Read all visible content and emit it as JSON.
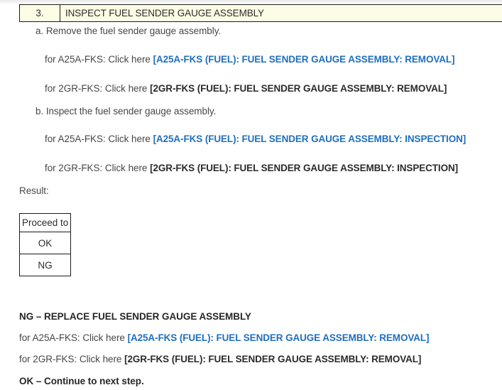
{
  "document": {
    "type": "service-manual-diagnostic-step",
    "top_strip": true
  },
  "step": {
    "number": "3.",
    "title": "INSPECT FUEL SENDER GAUGE ASSEMBLY"
  },
  "procedures": [
    {
      "marker": "a.",
      "text": "a. Remove the fuel sender gauge assembly.",
      "links": [
        {
          "prefix": "for A25A-FKS: Click here",
          "bracket_open": "[",
          "label": "A25A-FKS (FUEL): FUEL SENDER GAUGE ASSEMBLY: REMOVAL",
          "bracket_close": "]",
          "style": "blue"
        },
        {
          "prefix": "for 2GR-FKS: Click here",
          "bracket_open": "[",
          "label": "2GR-FKS (FUEL): FUEL SENDER GAUGE ASSEMBLY: REMOVAL",
          "bracket_close": "]",
          "style": "dark"
        }
      ]
    },
    {
      "marker": "b.",
      "text": "b. Inspect the fuel sender gauge assembly.",
      "links": [
        {
          "prefix": "for A25A-FKS: Click here",
          "bracket_open": "[",
          "label": "A25A-FKS (FUEL): FUEL SENDER GAUGE ASSEMBLY: INSPECTION",
          "bracket_close": "]",
          "style": "blue"
        },
        {
          "prefix": "for 2GR-FKS: Click here",
          "bracket_open": "[",
          "label": "2GR-FKS (FUEL): FUEL SENDER GAUGE ASSEMBLY: INSPECTION",
          "bracket_close": "]",
          "style": "dark"
        }
      ]
    }
  ],
  "result": {
    "label": "Result:",
    "table": {
      "header": "Proceed to",
      "rows": [
        "OK",
        "NG"
      ]
    }
  },
  "outcome": {
    "ng_heading": "NG – REPLACE FUEL SENDER GAUGE ASSEMBLY",
    "ng_links": [
      {
        "prefix": "for A25A-FKS: Click here",
        "bracket_open": "[",
        "label": "A25A-FKS (FUEL): FUEL SENDER GAUGE ASSEMBLY: REMOVAL",
        "bracket_close": "]",
        "style": "blue"
      },
      {
        "prefix": "for 2GR-FKS: Click here",
        "bracket_open": "[",
        "label": "2GR-FKS (FUEL): FUEL SENDER GAUGE ASSEMBLY: REMOVAL",
        "bracket_close": "]",
        "style": "dark"
      }
    ],
    "ok_heading": "OK – Continue to next step."
  },
  "colors": {
    "link_blue": "#1f6fbe",
    "header_bg": "#fdfce4",
    "border": "#1a1a1a",
    "body_text": "#474747"
  }
}
